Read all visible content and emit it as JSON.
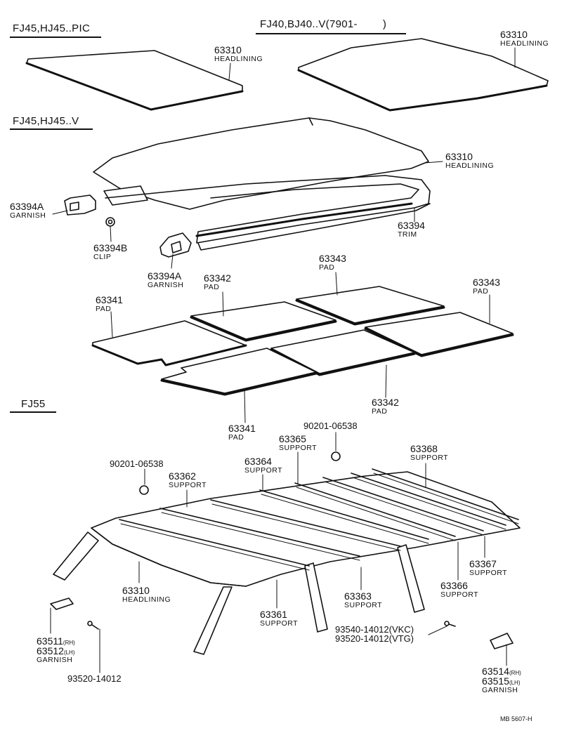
{
  "sections": {
    "pic": "FJ45,HJ45..PIC",
    "fj40": "FJ40,BJ40..V(7901-",
    "fj40_close": ")",
    "v": "FJ45,HJ45..V",
    "fj55": "FJ55"
  },
  "parts": {
    "headlining_pic": {
      "num": "63310",
      "name": "HEADLINING"
    },
    "headlining_fj40": {
      "num": "63310",
      "name": "HEADLINING"
    },
    "headlining_v": {
      "num": "63310",
      "name": "HEADLINING"
    },
    "garnish_left": {
      "num": "63394A",
      "name": "GARNISH"
    },
    "clip": {
      "num": "63394B",
      "name": "CLIP"
    },
    "garnish_mid": {
      "num": "63394A",
      "name": "GARNISH"
    },
    "trim": {
      "num": "63394",
      "name": "TRIM"
    },
    "pad_63341_a": {
      "num": "63341",
      "name": "PAD"
    },
    "pad_63342_a": {
      "num": "63342",
      "name": "PAD"
    },
    "pad_63343_a": {
      "num": "63343",
      "name": "PAD"
    },
    "pad_63343_b": {
      "num": "63343",
      "name": "PAD"
    },
    "pad_63342_b": {
      "num": "63342",
      "name": "PAD"
    },
    "pad_63341_b": {
      "num": "63341",
      "name": "PAD"
    },
    "bolt_a": {
      "num": "90201-06538"
    },
    "bolt_b": {
      "num": "90201-06538"
    },
    "support_63362": {
      "num": "63362",
      "name": "SUPPORT"
    },
    "support_63364": {
      "num": "63364",
      "name": "SUPPORT"
    },
    "support_63365": {
      "num": "63365",
      "name": "SUPPORT"
    },
    "support_63368": {
      "num": "63368",
      "name": "SUPPORT"
    },
    "headlining_fj55": {
      "num": "63310",
      "name": "HEADLINING"
    },
    "support_63367": {
      "num": "63367",
      "name": "SUPPORT"
    },
    "support_63366": {
      "num": "63366",
      "name": "SUPPORT"
    },
    "support_63363": {
      "num": "63363",
      "name": "SUPPORT"
    },
    "support_63361": {
      "num": "63361",
      "name": "SUPPORT"
    },
    "garnish_rh_lh_a": {
      "num_a": "63511",
      "tag_a": "(RH)",
      "num_b": "63512",
      "tag_b": "(LH)",
      "name": "GARNISH"
    },
    "screw_a": {
      "num": "93520-14012"
    },
    "screw_b": {
      "line_a": "93540-14012(VKC)",
      "line_b": "93520-14012(VTG)"
    },
    "garnish_rh_lh_b": {
      "num_a": "63514",
      "tag_a": "(RH)",
      "num_b": "63515",
      "tag_b": "(LH)",
      "name": "GARNISH"
    }
  },
  "footer_ref": "MB 5607-H"
}
